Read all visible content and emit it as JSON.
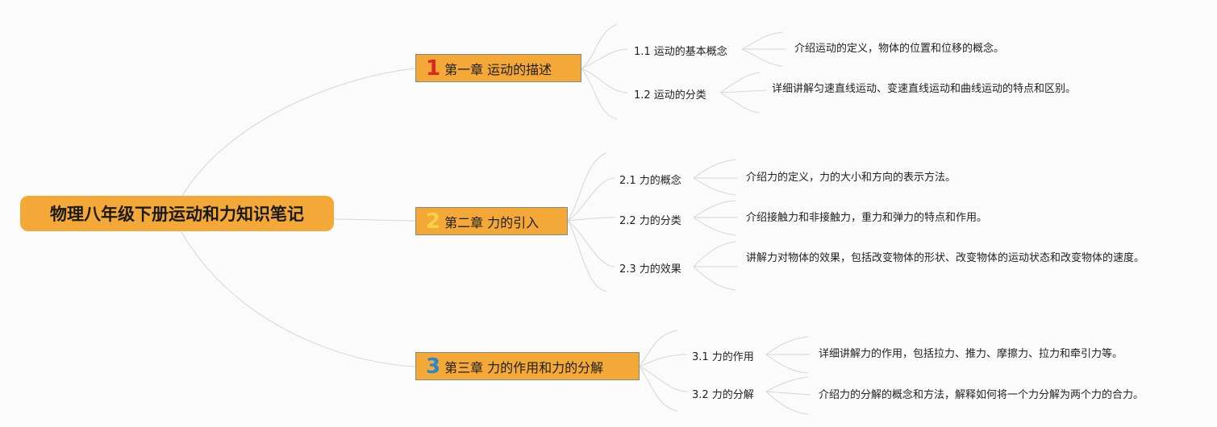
{
  "root": {
    "title": "物理八年级下册运动和力知识笔记"
  },
  "chapters": [
    {
      "number": "1",
      "title": "第一章 运动的描述",
      "number_color": "#d42a20",
      "sections": [
        {
          "label": "1.1 运动的基本概念",
          "desc": "介绍运动的定义，物体的位置和位移的概念。"
        },
        {
          "label": "1.2 运动的分类",
          "desc": "详细讲解匀速直线运动、变速直线运动和曲线运动的特点和区别。"
        }
      ]
    },
    {
      "number": "2",
      "title": "第二章 力的引入",
      "number_color": "#f6d247",
      "sections": [
        {
          "label": "2.1 力的概念",
          "desc": "介绍力的定义，力的大小和方向的表示方法。"
        },
        {
          "label": "2.2 力的分类",
          "desc": "介绍接触力和非接触力，重力和弹力的特点和作用。"
        },
        {
          "label": "2.3 力的效果",
          "desc": "讲解力对物体的效果，包括改变物体的形状、改变物体的运动状态和改变物体的速度。"
        }
      ]
    },
    {
      "number": "3",
      "title": "第三章 力的作用和力的分解",
      "number_color": "#2c87c9",
      "sections": [
        {
          "label": "3.1 力的作用",
          "desc": "详细讲解力的作用，包括拉力、推力、摩擦力、拉力和牵引力等。"
        },
        {
          "label": "3.2 力的分解",
          "desc": "介绍力的分解的概念和方法，解释如何将一个力分解为两个力的合力。"
        }
      ]
    }
  ],
  "colors": {
    "node_fill": "#f3a838",
    "line": "#d4d4d4",
    "background": "#fbfbfb"
  }
}
